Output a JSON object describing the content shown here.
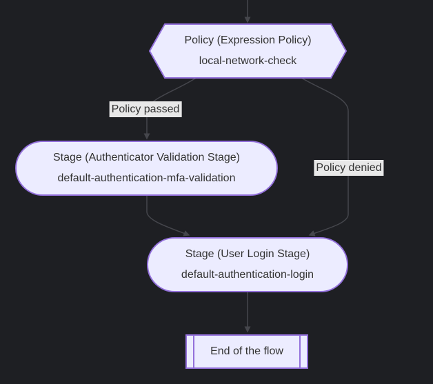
{
  "diagram": {
    "type": "flowchart",
    "direction": "top-down",
    "nodes": {
      "policy_check": {
        "shape": "hexagon",
        "line1": "Policy (Expression Policy)",
        "line2": "local-network-check"
      },
      "mfa_stage": {
        "shape": "stadium",
        "line1": "Stage (Authenticator Validation Stage)",
        "line2": "default-authentication-mfa-validation"
      },
      "login_stage": {
        "shape": "stadium",
        "line1": "Stage (User Login Stage)",
        "line2": "default-authentication-login"
      },
      "end": {
        "shape": "subroutine",
        "label": "End of the flow"
      }
    },
    "edges": [
      {
        "from": "start",
        "to": "policy_check",
        "label": ""
      },
      {
        "from": "policy_check",
        "to": "mfa_stage",
        "label": "Policy passed"
      },
      {
        "from": "policy_check",
        "to": "login_stage",
        "label": "Policy denied"
      },
      {
        "from": "mfa_stage",
        "to": "login_stage",
        "label": ""
      },
      {
        "from": "login_stage",
        "to": "end",
        "label": ""
      }
    ],
    "colors": {
      "background": "#1e1f23",
      "node_fill": "#ECECFF",
      "node_border": "#9370DB",
      "node_text": "#333333",
      "edge_line": "#45464c",
      "edge_label_bg": "#e8e8e8",
      "edge_label_text": "#333333"
    }
  }
}
